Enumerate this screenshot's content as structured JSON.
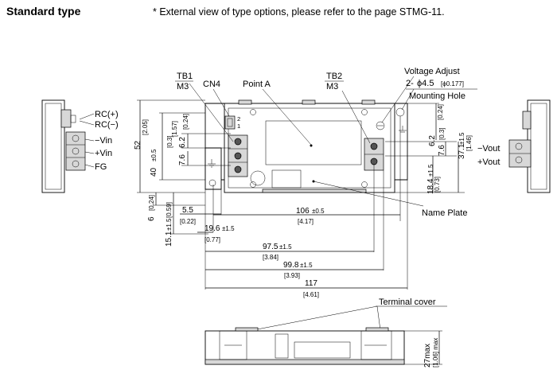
{
  "header": {
    "title": "Standard type",
    "note": "* External view of type options, please refer to the page STMG-11."
  },
  "left_side": {
    "rc_plus": "RC(+)",
    "rc_minus": "RC(−)",
    "vin_minus": "−Vin",
    "vin_plus": "+Vin",
    "fg": "FG"
  },
  "right_side": {
    "vout_minus": "−Vout",
    "vout_plus": "+Vout"
  },
  "top_labels": {
    "tb1": "TB1",
    "tb1_m": "M3",
    "cn4": "CN4",
    "point_a": "Point A",
    "tb2": "TB2",
    "tb2_m": "M3",
    "voltage_adjust": "Voltage Adjust",
    "hole_qty": "2-",
    "hole_phi": "ϕ4.5",
    "hole_inch": "[ϕ0.177]",
    "mounting_hole": "Mounting Hole",
    "cn4_pin2": "2",
    "cn4_pin1": "1"
  },
  "dims_vertical": {
    "d52": "52",
    "d52_in": "[2.05]",
    "d40": "40",
    "d40_tol": "±0.5",
    "d40_in": "[1.57]",
    "d62a": "6.2",
    "d62a_in": "[0.24]",
    "d76a": "7.6",
    "d76a_in": "[0.3]",
    "d6": "6",
    "d6_in": "[0.24]",
    "d151": "15.1",
    "d151_tol": "±1.5",
    "d151_in": "[0.59]",
    "r_d62": "6.2",
    "r_d62_in": "[0.24]",
    "r_d76": "7.6",
    "r_d76_in": "[0.3]",
    "r_d371": "37.1",
    "r_d371_tol": "±1.5",
    "r_d371_in": "[1.46]",
    "r_d184": "18.4",
    "r_d184_tol": "±1.5",
    "r_d184_in": "[0.73]",
    "d27": "27max",
    "d27_in": "[1.06] max"
  },
  "dims_horizontal": {
    "d55": "5.5",
    "d55_in": "[0.22]",
    "d106": "106",
    "d106_tol": "±0.5",
    "d106_in": "[4.17]",
    "d196": "19.6",
    "d196_tol": "±1.5",
    "d196_in": "[0.77]",
    "d975": "97.5",
    "d975_tol": "±1.5",
    "d975_in": "[3.84]",
    "d998": "99.8",
    "d998_tol": "±1.5",
    "d998_in": "[3.93]",
    "d117": "117",
    "d117_in": "[4.61]"
  },
  "callouts": {
    "name_plate": "Name Plate",
    "terminal_cover": "Terminal cover"
  }
}
